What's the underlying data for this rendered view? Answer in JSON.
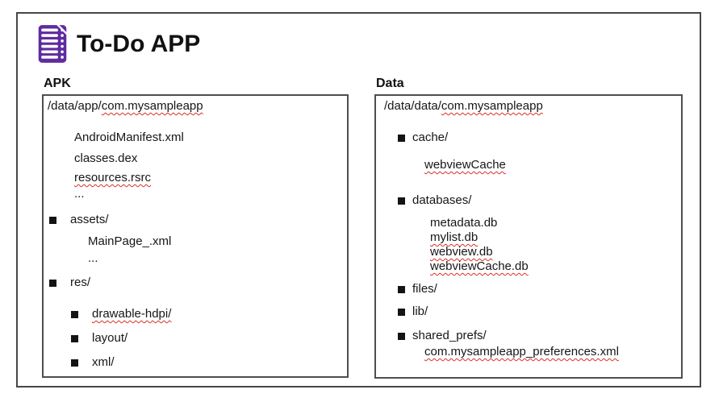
{
  "title": "To-Do APP",
  "colors": {
    "icon_purple": "#5e2ca0",
    "squiggle_red": "#d93025",
    "border_gray": "#474747",
    "text": "#161616"
  },
  "icons": {
    "header": "todo-list-icon",
    "tree_bullet": "square-bullet-icon"
  },
  "panels": [
    {
      "label": "APK",
      "path": {
        "prefix": "/data/app/",
        "package": "com.mysampleapp"
      },
      "rows": [
        {
          "text": "AndroidManifest.xml"
        },
        {
          "text": "classes.dex"
        },
        {
          "text": "resources.rsrc",
          "misspelled": true
        },
        {
          "text": "..."
        },
        {
          "text": "assets/",
          "bullet": true
        },
        {
          "text": "MainPage_.xml"
        },
        {
          "text": "..."
        },
        {
          "text": "res/",
          "bullet": true
        },
        {
          "text": "drawable-hdpi/",
          "bullet": true,
          "misspelled": true
        },
        {
          "text": "layout/",
          "bullet": true
        },
        {
          "text": "xml/",
          "bullet": true
        }
      ]
    },
    {
      "label": "Data",
      "path": {
        "prefix": "/data/data/",
        "package": "com.mysampleapp"
      },
      "rows": [
        {
          "text": "cache/",
          "bullet": true
        },
        {
          "text": "webviewCache",
          "misspelled": true
        },
        {
          "text": "databases/",
          "bullet": true
        },
        {
          "text": "metadata.db"
        },
        {
          "text": "mylist.db",
          "misspelled": true
        },
        {
          "text": "webview.db",
          "misspelled": true
        },
        {
          "text": "webviewCache.db",
          "misspelled": true
        },
        {
          "text": "files/",
          "bullet": true
        },
        {
          "text": "lib/",
          "bullet": true
        },
        {
          "text": "shared_prefs/",
          "bullet": true
        },
        {
          "text": "com.mysampleapp_preferences.xml",
          "misspelled": true
        }
      ]
    }
  ]
}
